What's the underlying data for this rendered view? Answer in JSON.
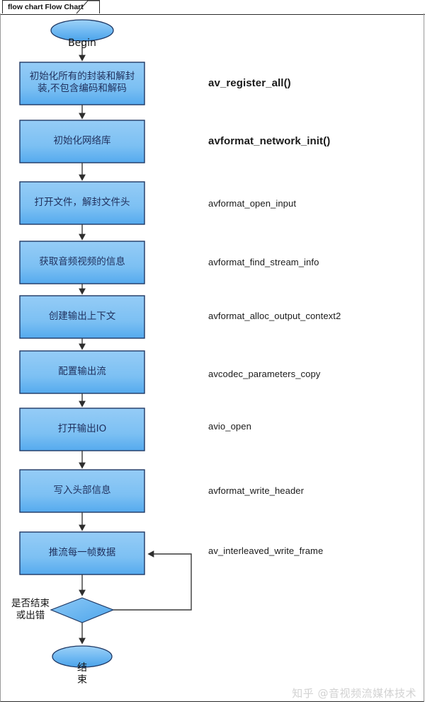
{
  "window": {
    "tab_label": "flow chart Flow Chart"
  },
  "flowchart": {
    "start": {
      "label": "Begin"
    },
    "end": {
      "label": "结\n束"
    },
    "decision": {
      "label": "是否结束\n或出错"
    },
    "steps": [
      {
        "box": "初始化所有的封装和解封\n装,不包含编码和解码",
        "api": "av_register_all()",
        "emphasis": true
      },
      {
        "box": "初始化网络库",
        "api": "avformat_network_init()",
        "emphasis": true
      },
      {
        "box": "打开文件，解封文件头",
        "api": "avformat_open_input",
        "emphasis": false
      },
      {
        "box": "获取音频视频的信息",
        "api": "avformat_find_stream_info",
        "emphasis": false
      },
      {
        "box": "创建输出上下文",
        "api": "avformat_alloc_output_context2",
        "emphasis": false
      },
      {
        "box": "配置输出流",
        "api": "avcodec_parameters_copy",
        "emphasis": false
      },
      {
        "box": "打开输出IO",
        "api": "avio_open",
        "emphasis": false
      },
      {
        "box": "写入头部信息",
        "api": "avformat_write_header",
        "emphasis": false
      },
      {
        "box": "推流每一帧数据",
        "api": "av_interleaved_write_frame",
        "emphasis": false
      }
    ]
  },
  "colors": {
    "box_fill_top": "#8fc9f4",
    "box_fill_bottom": "#5aaef0",
    "box_border": "#1f3864",
    "oval_fill_top": "#8fc9f4",
    "oval_fill_bottom": "#4fa8ee",
    "oval_border": "#1f3864",
    "diamond_fill": "#63b3f0",
    "connector": "#3a3a3a",
    "text": "#1f2f5c"
  },
  "watermark": {
    "text": "知乎 @音视频流媒体技术"
  }
}
